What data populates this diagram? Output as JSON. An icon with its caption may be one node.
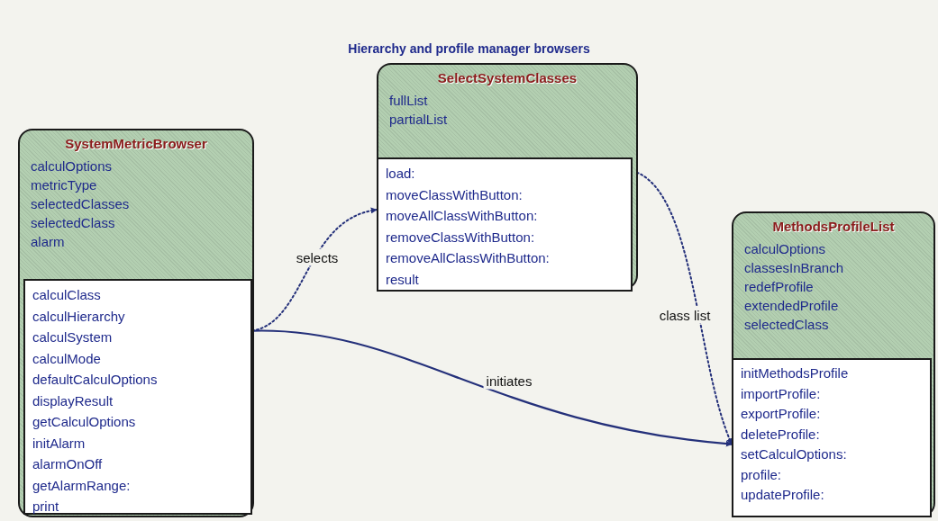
{
  "diagram": {
    "title": "Hierarchy and profile manager browsers",
    "nodes": [
      {
        "text": [
          "SystemMetricBrowser",
          "calculOptions",
          "metricType",
          "selectedClasses",
          "selectedClass",
          "alarm"
        ]
      },
      {
        "text": [
          "calculClass",
          "calculHierarchy",
          "calculSystem",
          "calculMode",
          "defaultCalculOptions",
          "displayResult",
          "getCalculOptions",
          "initAlarm",
          "alarmOnOff",
          "getAlarmRange:",
          "print"
        ],
        "in": 0
      },
      {
        "text": [
          "SelectSystemClasses",
          "fullList",
          "partialList"
        ]
      },
      {
        "text": [
          "load:",
          "moveClassWithButton:",
          "moveAllClassWithButton:",
          "removeClassWithButton:",
          "removeAllClassWithButton:",
          "result"
        ],
        "in": 2
      },
      {
        "text": [
          "MethodsProfileList",
          "calculOptions",
          "classesInBranch",
          "redefProfile",
          "extendedProfile",
          "selectedClass"
        ]
      },
      {
        "text": [
          "initMethodsProfile",
          "importProfile:",
          "exportProfile:",
          "deleteProfile:",
          "setCalculOptions:",
          "profile:",
          "updateProfile:"
        ],
        "in": 4
      }
    ],
    "edges": [
      {
        "from": 1,
        "to": 3,
        "arrow": "to",
        "label": "selects",
        "style": "dashed"
      },
      {
        "from": 3,
        "to": 5,
        "arrow": "to",
        "label": "class list",
        "style": "dashed"
      },
      {
        "from": 1,
        "to": 5,
        "arrow": "to",
        "label": "initiates"
      }
    ]
  }
}
